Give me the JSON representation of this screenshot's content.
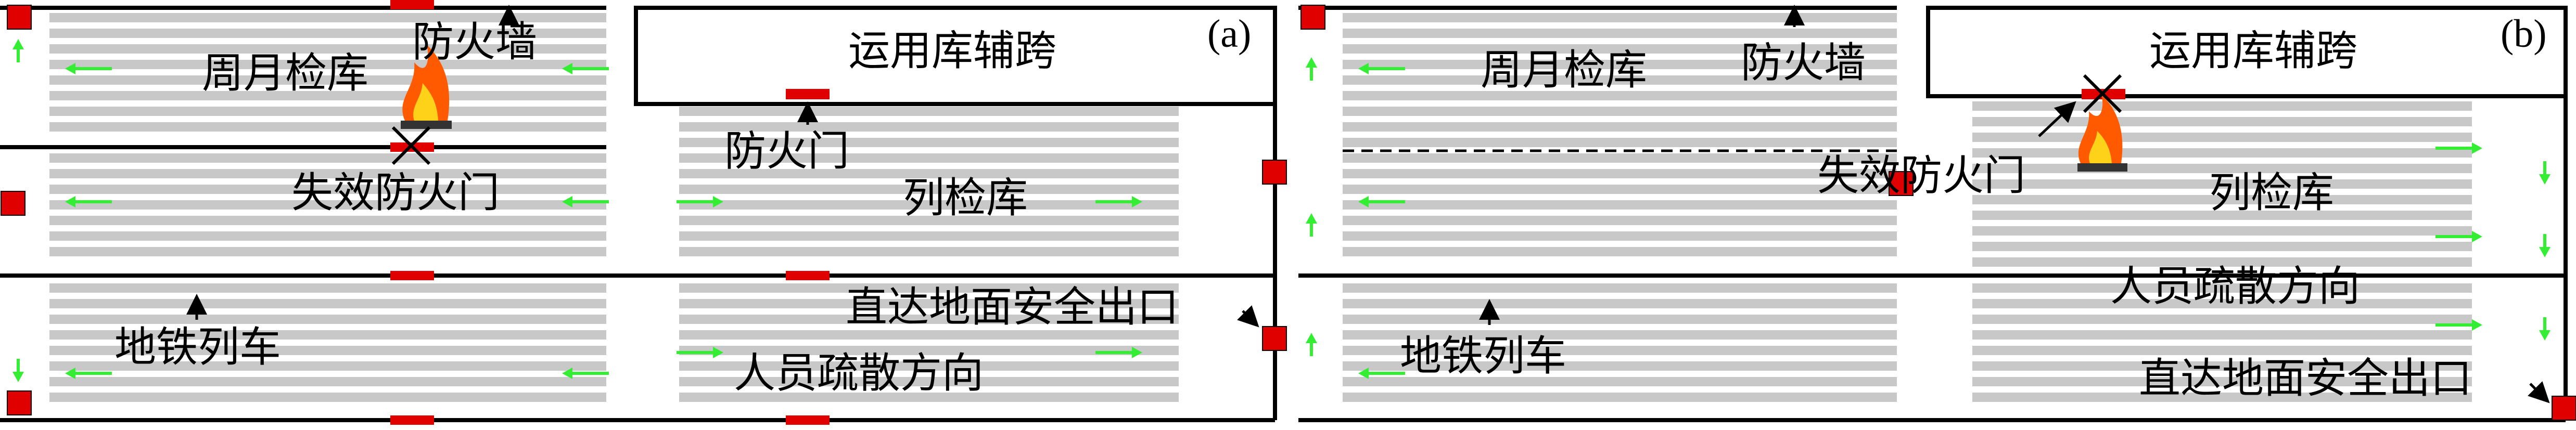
{
  "colors": {
    "track": "#c8c8c8",
    "wall": "#000000",
    "door": "#e00000",
    "exit": "#e00000",
    "arrow": "#33ee33",
    "fire_outer": "#ff5a00",
    "fire_inner": "#ffd21a"
  },
  "panel_a": {
    "tag": "(a)",
    "monthly_depot": "周月检库",
    "firewall": "防火墙",
    "failed_door": "失效防火门",
    "metro_train": "地铁列车",
    "aux_span": "运用库辅跨",
    "fire_door": "防火门",
    "inspection_depot": "列检库",
    "ground_exit": "直达地面安全出口",
    "evacuation": "人员疏散方向"
  },
  "panel_b": {
    "tag": "(b)",
    "monthly_depot": "周月检库",
    "firewall": "防火墙",
    "failed_door": "失效防火门",
    "metro_train": "地铁列车",
    "aux_span": "运用库辅跨",
    "inspection_depot": "列检库",
    "evacuation": "人员疏散方向",
    "ground_exit": "直达地面安全出口"
  }
}
